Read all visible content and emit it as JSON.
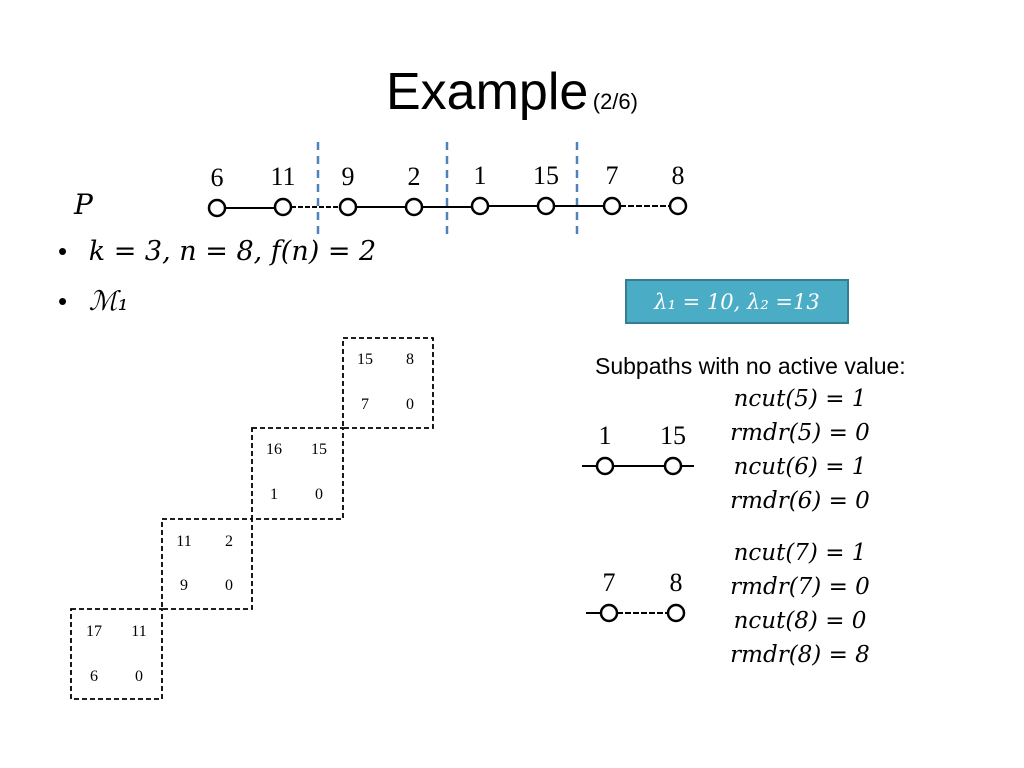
{
  "slide": {
    "title": "Example",
    "title_suffix": "(2/6)",
    "path_label": "P",
    "bullets": [
      "k = 3, n = 8, f(n) = 2",
      "ℳ₁"
    ]
  },
  "path": {
    "nodes": [
      "6",
      "11",
      "9",
      "2",
      "1",
      "15",
      "7",
      "8"
    ]
  },
  "lambda_box": "λ₁ = 10, λ₂ =13",
  "matrix_blocks": [
    {
      "cells": [
        "17",
        "11",
        "6",
        "0"
      ]
    },
    {
      "cells": [
        "11",
        "2",
        "9",
        "0"
      ]
    },
    {
      "cells": [
        "16",
        "15",
        "1",
        "0"
      ]
    },
    {
      "cells": [
        "15",
        "8",
        "7",
        "0"
      ]
    }
  ],
  "subpaths": {
    "title": "Subpaths with no active value:",
    "groups": [
      {
        "nodes": [
          "1",
          "15"
        ],
        "equations": [
          "ncut(5) = 1",
          "rmdr(5) = 0",
          "ncut(6) = 1",
          "rmdr(6) = 0"
        ]
      },
      {
        "nodes": [
          "7",
          "8"
        ],
        "equations": [
          "ncut(7) = 1",
          "rmdr(7) = 0",
          "ncut(8) = 0",
          "rmdr(8) = 8"
        ]
      }
    ]
  }
}
